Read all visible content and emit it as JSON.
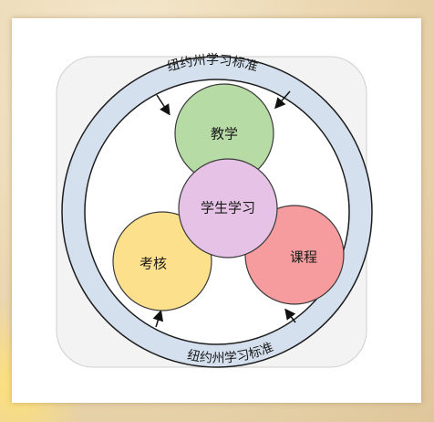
{
  "diagram": {
    "ring_label_top": "纽约州学习标准",
    "ring_label_bottom": "纽约州学习标准",
    "nodes": {
      "teaching": "教学",
      "learning": "学生学习",
      "assessment": "考核",
      "curriculum": "课程"
    },
    "colors": {
      "ring": "#d5e0ee",
      "teaching": "#b7dba5",
      "learning": "#e6c3e6",
      "assessment": "#fde08c",
      "curriculum": "#f79c9e"
    }
  }
}
